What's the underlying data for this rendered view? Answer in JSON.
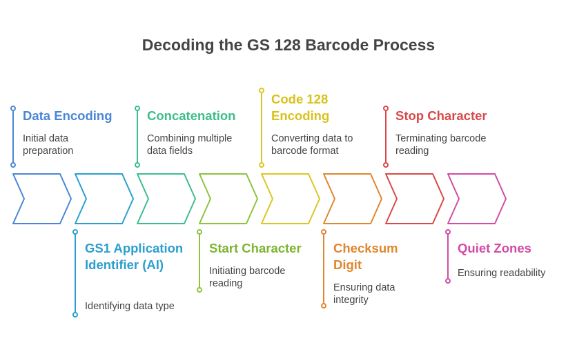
{
  "title": "Decoding the GS 128 Barcode Process",
  "steps": [
    {
      "title": "Data Encoding",
      "desc": "Initial data preparation",
      "color": "#4a86d8"
    },
    {
      "title": "GS1 Application Identifier (AI)",
      "desc": "Identifying data type",
      "color": "#2b9fcf"
    },
    {
      "title": "Concatenation",
      "desc": "Combining multiple data fields",
      "color": "#3dbd8c"
    },
    {
      "title": "Start Character",
      "desc": "Initiating barcode reading",
      "color": "#8cc43e"
    },
    {
      "title": "Code 128 Encoding",
      "desc": "Converting data to barcode format",
      "color": "#dcc623"
    },
    {
      "title": "Checksum Digit",
      "desc": "Ensuring data integrity",
      "color": "#e0862e"
    },
    {
      "title": "Stop Character",
      "desc": "Terminating barcode reading",
      "color": "#d94848"
    },
    {
      "title": "Quiet Zones",
      "desc": "Ensuring readability",
      "color": "#d24ba6"
    }
  ]
}
